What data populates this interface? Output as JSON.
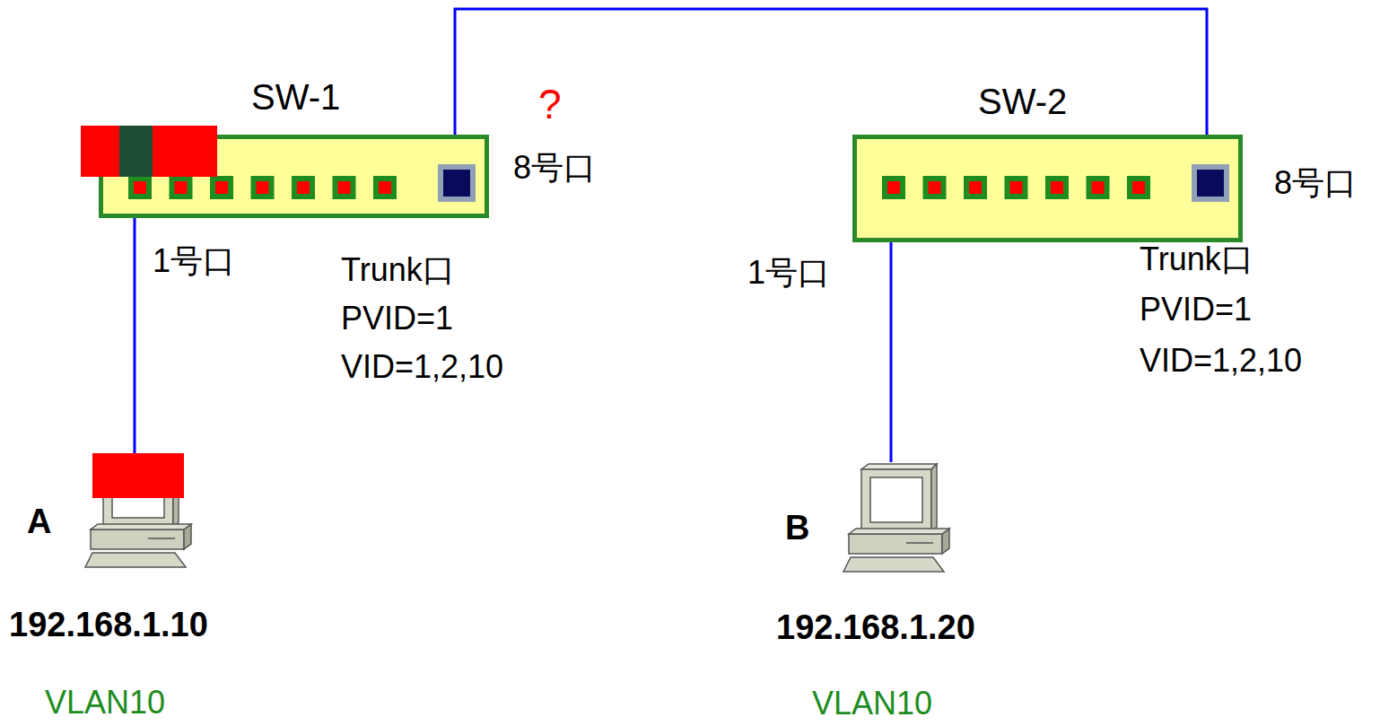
{
  "diagram": {
    "nodes": [
      {
        "text": [
          "SW-1"
        ]
      },
      {
        "text": [
          "SW-2"
        ]
      },
      {
        "text": [
          "A",
          "192.168.1.10",
          "VLAN10"
        ]
      },
      {
        "text": [
          "B",
          "192.168.1.20",
          "VLAN10"
        ]
      }
    ],
    "edges": [
      {
        "from": 0,
        "to": 1,
        "arrow": "none"
      },
      {
        "from": 0,
        "to": 2,
        "arrow": "none"
      },
      {
        "from": 1,
        "to": 3,
        "arrow": "none"
      }
    ],
    "labels": [
      "?",
      "8号口",
      "1号口",
      "Trunk口",
      "PVID=1",
      "VID=1,2,10",
      "1号口",
      "8号口",
      "Trunk口",
      "PVID=1",
      "VID=1,2,10"
    ]
  }
}
